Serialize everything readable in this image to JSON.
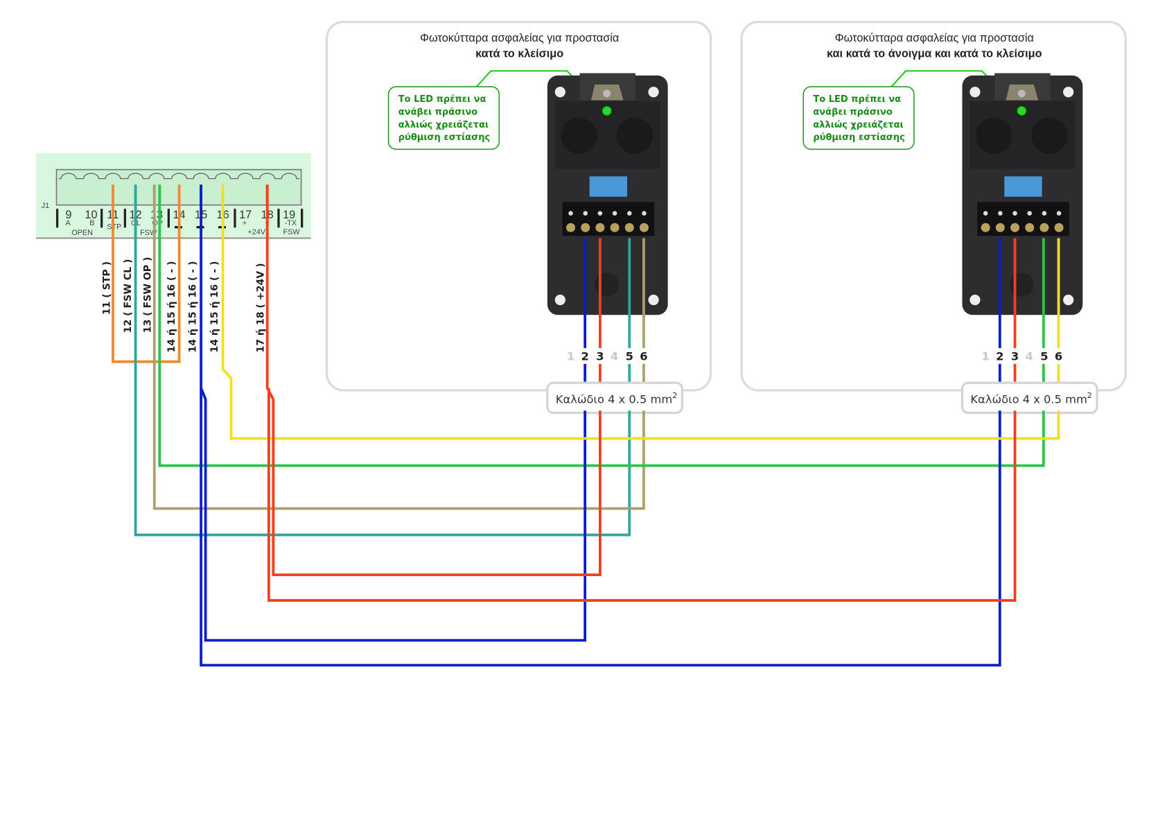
{
  "terminal_block": {
    "connector_label": "J1",
    "terminals": [
      "9",
      "10",
      "11",
      "12",
      "13",
      "14",
      "15",
      "16",
      "17",
      "18",
      "19"
    ],
    "sub_labels": {
      "a": "A",
      "b": "B",
      "open": "OPEN",
      "stp": "STP",
      "cl": "CL",
      "op": "OP",
      "fsw": "FSW",
      "minus": "−",
      "plus17": "+",
      "plus18": "+",
      "v24": "+24V",
      "tx": "-TX",
      "fsw19": "FSW"
    },
    "wire_labels": [
      "11 ( STP )",
      "12 ( FSW CL )",
      "13 ( FSW OP )",
      "14 ή 15 ή 16 ( - )",
      "14 ή 15 ή 16 ( - )",
      "14 ή 15 ή 16 ( - )",
      "17 ή 18 ( +24V )"
    ]
  },
  "panels": [
    {
      "title_line1": "Φωτοκύτταρα ασφαλείας για προστασία",
      "title_line2": "κατά το κλείσιμο",
      "callout": [
        "Το LED πρέπει να",
        "ανάβει πράσινο",
        "αλλιώς χρειάζεται",
        "ρύθμιση εστίασης"
      ],
      "pins": [
        "1",
        "2",
        "3",
        "4",
        "5",
        "6"
      ],
      "cable_label": "Καλώδιο 4 x 0.5 mm",
      "cable_sup": "2"
    },
    {
      "title_line1": "Φωτοκύτταρα ασφαλείας για προστασία",
      "title_line2": "και κατά το άνοιγμα και κατά το κλείσιμο",
      "callout": [
        "Το LED πρέπει να",
        "ανάβει πράσινο",
        "αλλιώς χρειάζεται",
        "ρύθμιση εστίασης"
      ],
      "pins": [
        "1",
        "2",
        "3",
        "4",
        "5",
        "6"
      ],
      "cable_label": "Καλώδιο 4 x 0.5 mm",
      "cable_sup": "2"
    }
  ],
  "colors": {
    "blue": "#0a1ecc",
    "red": "#f2401e",
    "teal": "#34a59a",
    "khaki": "#aaa070",
    "green": "#2ec24a",
    "yellow": "#f0e020",
    "orange": "#f08a30",
    "led": "#22dd22",
    "callout": "#2a9a2a",
    "block_bg": "#d9f6de"
  }
}
